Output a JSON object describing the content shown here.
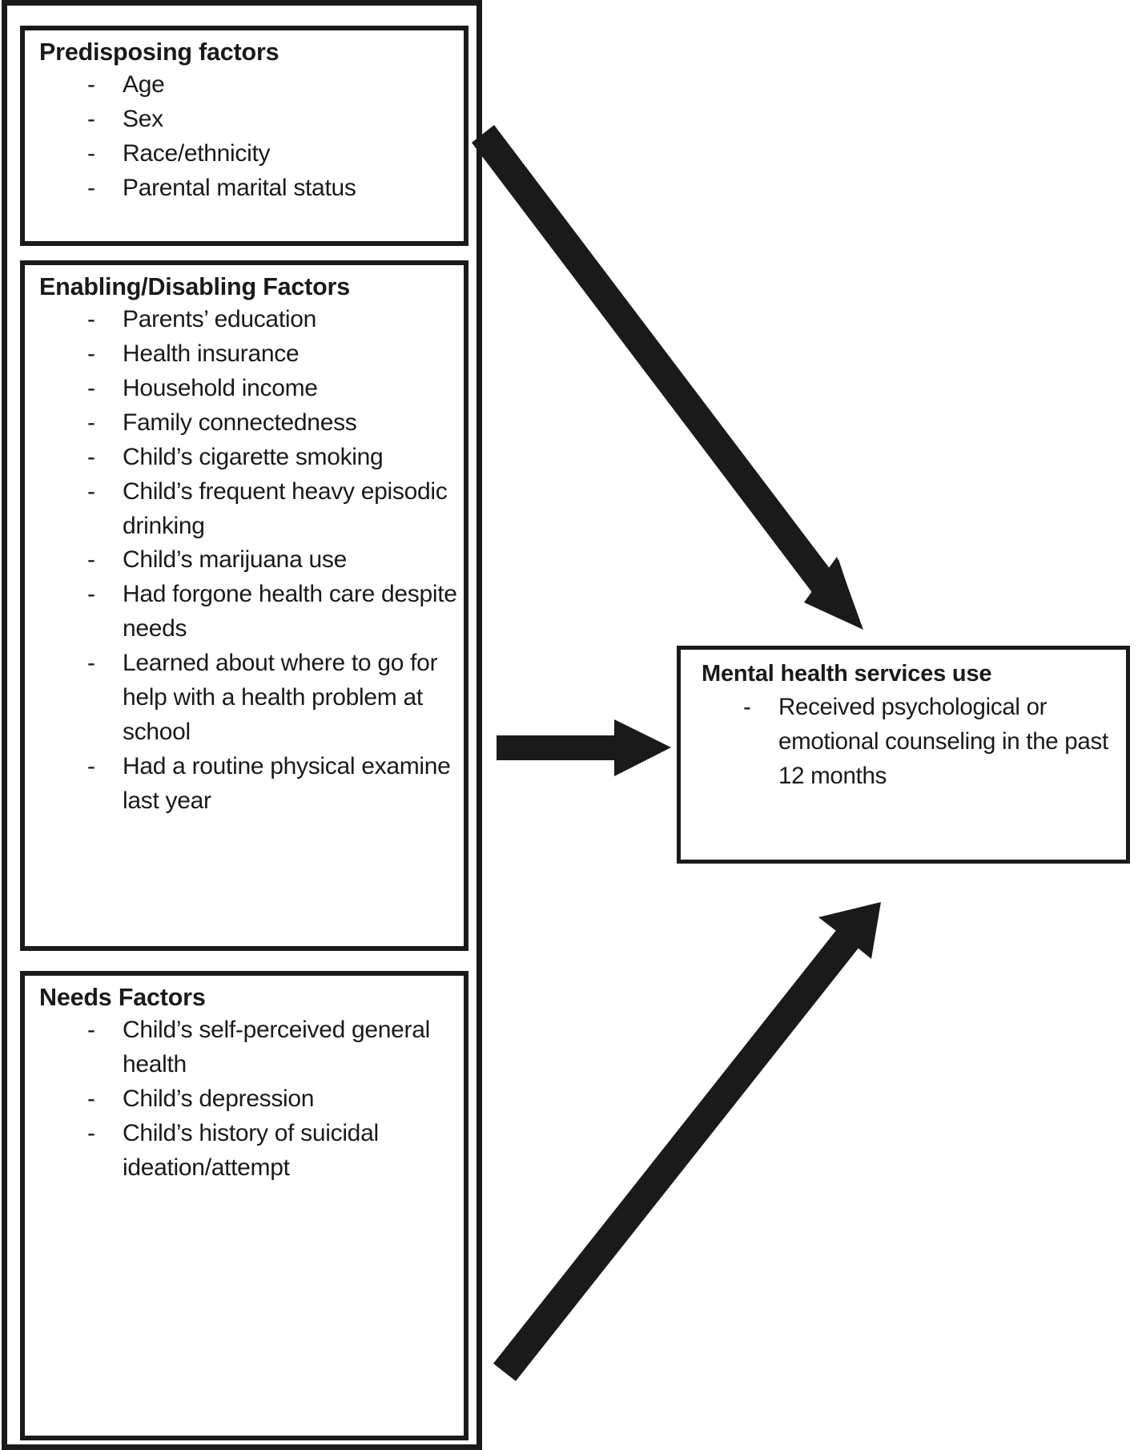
{
  "diagram": {
    "title_present": false,
    "colors": {
      "ink": "#1a1a1a",
      "background": "#ffffff"
    },
    "left_group": {
      "boxes": [
        {
          "id": "predisposing",
          "title": "Predisposing factors",
          "bullet_marker": "-",
          "items": [
            "Age",
            "Sex",
            "Race/ethnicity",
            "Parental marital status"
          ]
        },
        {
          "id": "enabling",
          "title": "Enabling/Disabling Factors",
          "bullet_marker": "-",
          "items": [
            "Parents’ education",
            "Health insurance",
            "Household income",
            "Family connectedness",
            "Child’s cigarette smoking",
            "Child’s frequent heavy episodic drinking",
            "Child’s marijuana use",
            "Had forgone health care despite needs",
            "Learned about where to go for help with a health problem at school",
            "Had a routine physical examine last year"
          ]
        },
        {
          "id": "needs",
          "title": "Needs Factors",
          "bullet_marker": "-",
          "items": [
            "Child’s self-perceived general health",
            "Child’s depression",
            "Child’s history of suicidal ideation/attempt"
          ]
        }
      ]
    },
    "right_group": {
      "box": {
        "id": "outcome",
        "title": "Mental health services use",
        "bullet_marker": "-",
        "items": [
          "Received psychological or emotional counseling in the past 12 months"
        ]
      }
    },
    "arrows": [
      {
        "id": "arrow-predisposing-to-outcome",
        "direction": "down-right",
        "from": "predisposing",
        "to": "outcome"
      },
      {
        "id": "arrow-enabling-to-outcome",
        "direction": "right",
        "from": "enabling",
        "to": "outcome"
      },
      {
        "id": "arrow-needs-to-outcome",
        "direction": "up-right",
        "from": "needs",
        "to": "outcome"
      }
    ]
  }
}
